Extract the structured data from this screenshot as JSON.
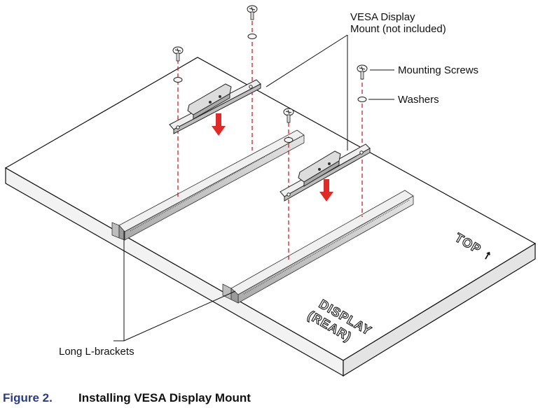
{
  "labels": {
    "vesa_mount_line1": "VESA Display",
    "vesa_mount_line2": "Mount (not included)",
    "mounting_screws": "Mounting Screws",
    "washers": "Washers",
    "long_l_brackets": "Long L-brackets"
  },
  "board": {
    "top_text": "TOP",
    "display_text": "DISPLAY",
    "rear_text": "(REAR)"
  },
  "caption": {
    "number": "Figure 2.",
    "title": "Installing VESA Display Mount"
  },
  "colors": {
    "guide_line": "#d21f26",
    "arrow": "#e02a27",
    "caption_number": "#2a3a8c"
  }
}
